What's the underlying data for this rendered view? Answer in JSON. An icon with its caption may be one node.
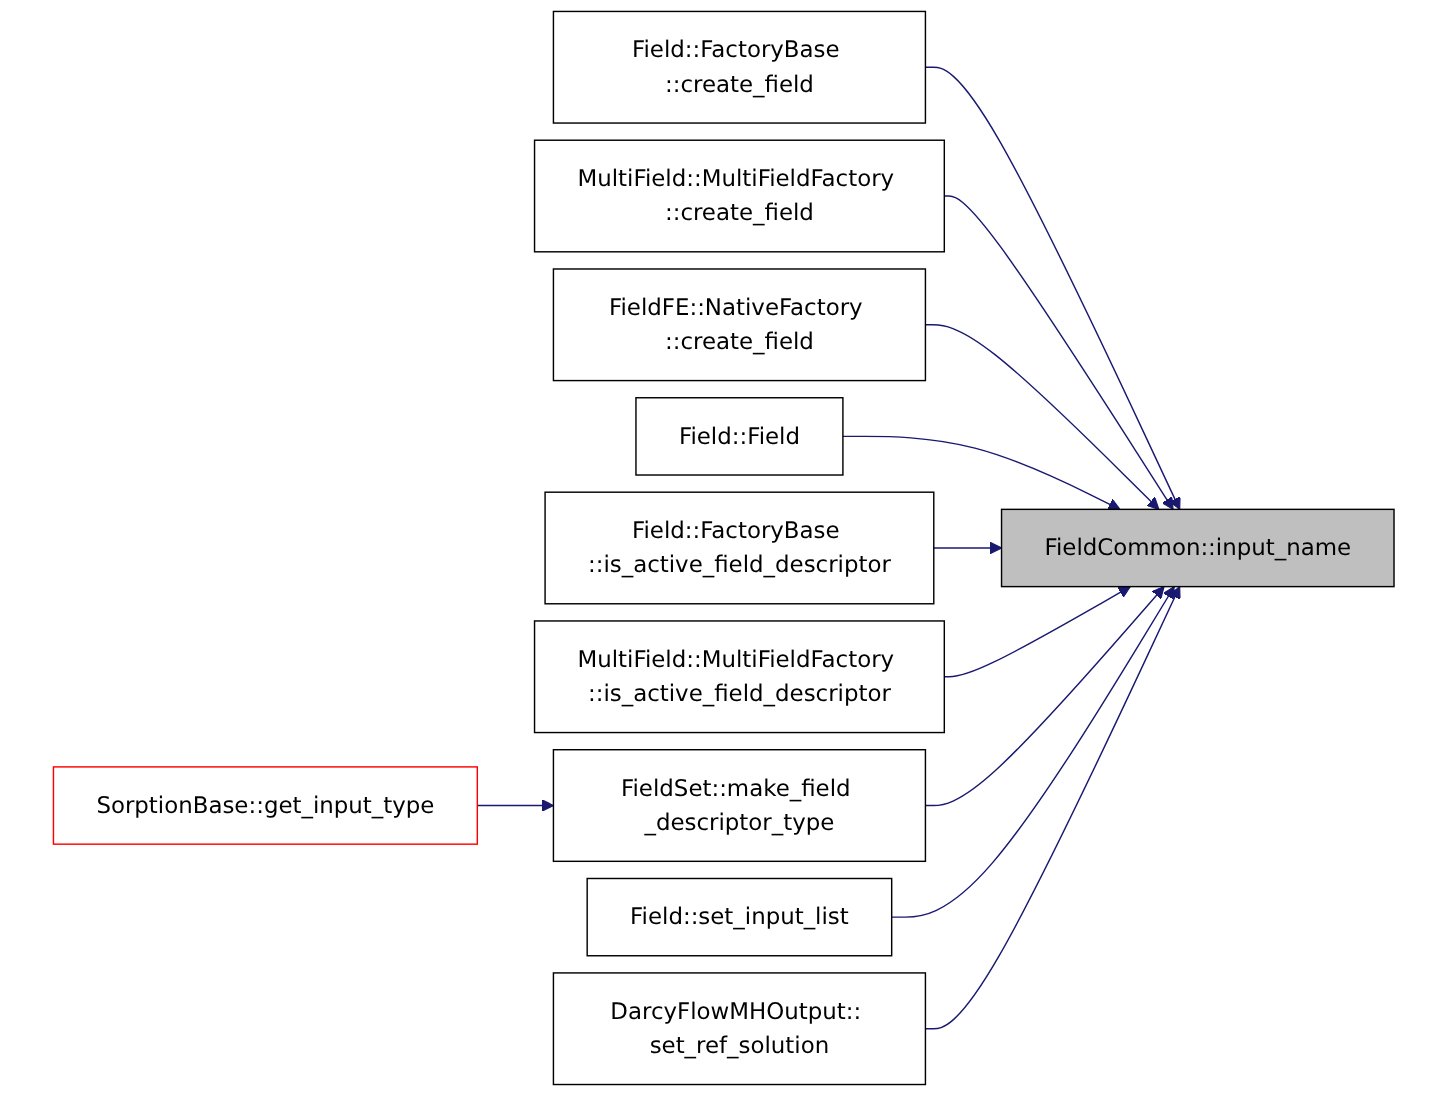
{
  "diagram": {
    "nodes": [
      {
        "text": [
          "FieldCommon::input_name"
        ]
      },
      {
        "text": [
          "Field::FactoryBase ::create_field"
        ]
      },
      {
        "text": [
          "MultiField::MultiFieldFactory ::create_field"
        ]
      },
      {
        "text": [
          "FieldFE::NativeFactory ::create_field"
        ]
      },
      {
        "text": [
          "Field::Field"
        ]
      },
      {
        "text": [
          "Field::FactoryBase ::is_active_field_descriptor"
        ]
      },
      {
        "text": [
          "MultiField::MultiFieldFactory ::is_active_field_descriptor"
        ]
      },
      {
        "text": [
          "FieldSet::make_field _descriptor_type"
        ]
      },
      {
        "text": [
          "Field::set_input_list"
        ]
      },
      {
        "text": [
          "DarcyFlowMHOutput:: set_ref_solution"
        ]
      },
      {
        "text": [
          "SorptionBase::get_input_type"
        ]
      }
    ],
    "edges": [
      {
        "from": 1,
        "to": 0,
        "arrow": "to"
      },
      {
        "from": 2,
        "to": 0,
        "arrow": "to"
      },
      {
        "from": 3,
        "to": 0,
        "arrow": "to"
      },
      {
        "from": 4,
        "to": 0,
        "arrow": "to"
      },
      {
        "from": 5,
        "to": 0,
        "arrow": "to"
      },
      {
        "from": 6,
        "to": 0,
        "arrow": "to"
      },
      {
        "from": 7,
        "to": 0,
        "arrow": "to"
      },
      {
        "from": 8,
        "to": 0,
        "arrow": "to"
      },
      {
        "from": 9,
        "to": 0,
        "arrow": "to"
      },
      {
        "from": 10,
        "to": 7,
        "arrow": "to"
      }
    ]
  }
}
